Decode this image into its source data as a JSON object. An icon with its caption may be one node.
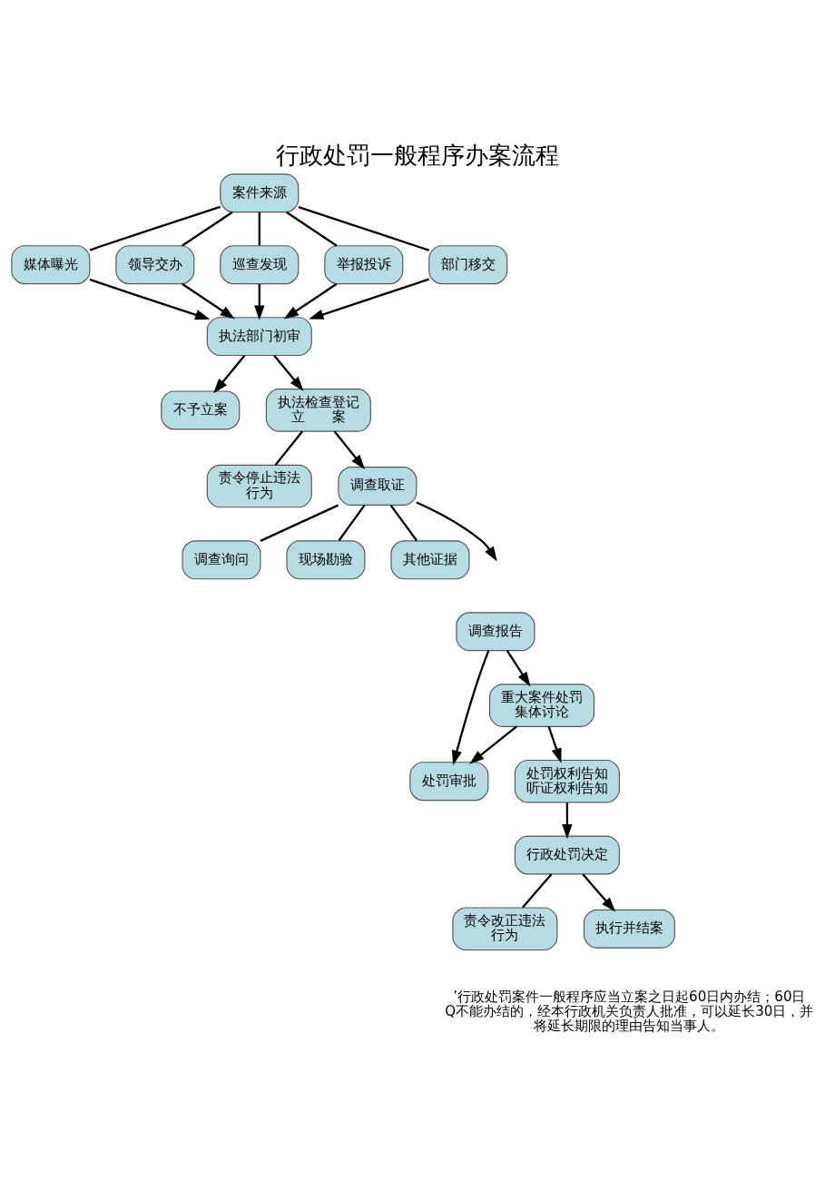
{
  "diagram": {
    "title": "行政处罚一般程序办案流程",
    "caption": "’行政处罚案件一般程序应当立案之日起60日内办结；60日Q不能办结的，经本行政机关负责人批准，可以延长30日，并将延长期限的理由告知当事人。",
    "nodes": [
      {
        "text": [
          "案件来源"
        ]
      },
      {
        "text": [
          "媒体曝光"
        ]
      },
      {
        "text": [
          "领导交办"
        ]
      },
      {
        "text": [
          "巡查发现"
        ]
      },
      {
        "text": [
          "举报投诉"
        ]
      },
      {
        "text": [
          "部门移交"
        ]
      },
      {
        "text": [
          "执法部门初审"
        ]
      },
      {
        "text": [
          "不予立案"
        ]
      },
      {
        "text": [
          "执法检查登记立　　案"
        ]
      },
      {
        "text": [
          "责令停止违法行为"
        ]
      },
      {
        "text": [
          "调查取证"
        ]
      },
      {
        "text": [
          "调查询问"
        ]
      },
      {
        "text": [
          "现场勘验"
        ]
      },
      {
        "text": [
          "其他证据"
        ]
      },
      {
        "text": [
          "调查报告"
        ]
      },
      {
        "text": [
          "重大案件处罚集体讨论"
        ]
      },
      {
        "text": [
          "处罚审批"
        ]
      },
      {
        "text": [
          "处罚权利告知听证权利告知"
        ]
      },
      {
        "text": [
          "行政处罚决定"
        ]
      },
      {
        "text": [
          "责令改正违法行为"
        ]
      },
      {
        "text": [
          "执行并结案"
        ]
      }
    ],
    "edges": [
      {
        "from": 0,
        "to": 1,
        "arrow": "none"
      },
      {
        "from": 0,
        "to": 2,
        "arrow": "none"
      },
      {
        "from": 0,
        "to": 3,
        "arrow": "none"
      },
      {
        "from": 0,
        "to": 4,
        "arrow": "none"
      },
      {
        "from": 0,
        "to": 5,
        "arrow": "none"
      },
      {
        "from": 1,
        "to": 6,
        "arrow": "to"
      },
      {
        "from": 2,
        "to": 6,
        "arrow": "to"
      },
      {
        "from": 3,
        "to": 6,
        "arrow": "to"
      },
      {
        "from": 4,
        "to": 6,
        "arrow": "to"
      },
      {
        "from": 5,
        "to": 6,
        "arrow": "to"
      },
      {
        "from": 6,
        "to": 7,
        "arrow": "to"
      },
      {
        "from": 6,
        "to": 8,
        "arrow": "to"
      },
      {
        "from": 8,
        "to": 9,
        "arrow": "none"
      },
      {
        "from": 8,
        "to": 10,
        "arrow": "to"
      },
      {
        "from": 10,
        "to": 11,
        "arrow": "none"
      },
      {
        "from": 10,
        "to": 12,
        "arrow": "none"
      },
      {
        "from": 10,
        "to": 13,
        "arrow": "none"
      },
      {
        "from": 10,
        "to": null,
        "arrow": "to"
      },
      {
        "from": 14,
        "to": 15,
        "arrow": "to"
      },
      {
        "from": 14,
        "to": 16,
        "arrow": "to"
      },
      {
        "from": 15,
        "to": 16,
        "arrow": "to"
      },
      {
        "from": 15,
        "to": 17,
        "arrow": "to"
      },
      {
        "from": 17,
        "to": 18,
        "arrow": "to"
      },
      {
        "from": 18,
        "to": 19,
        "arrow": "none"
      },
      {
        "from": 18,
        "to": 20,
        "arrow": "to"
      }
    ]
  }
}
